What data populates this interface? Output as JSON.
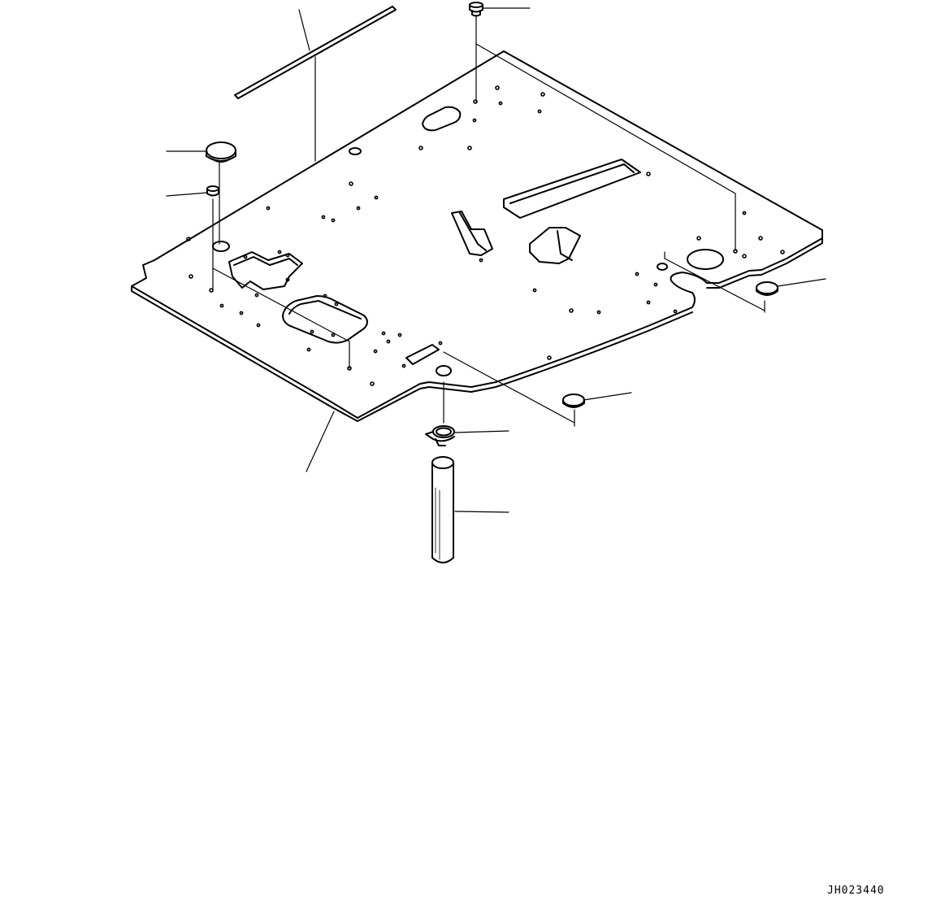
{
  "drawing_code": "JH023440",
  "colors": {
    "ink": "#000000",
    "paper": "#ffffff"
  },
  "parts": [
    {
      "name": "floor-plate"
    },
    {
      "name": "seal-strip"
    },
    {
      "name": "bolt"
    },
    {
      "name": "round-plug-large"
    },
    {
      "name": "small-bolt"
    },
    {
      "name": "plug-right"
    },
    {
      "name": "plug-bottom"
    },
    {
      "name": "clamp"
    },
    {
      "name": "tube"
    }
  ]
}
